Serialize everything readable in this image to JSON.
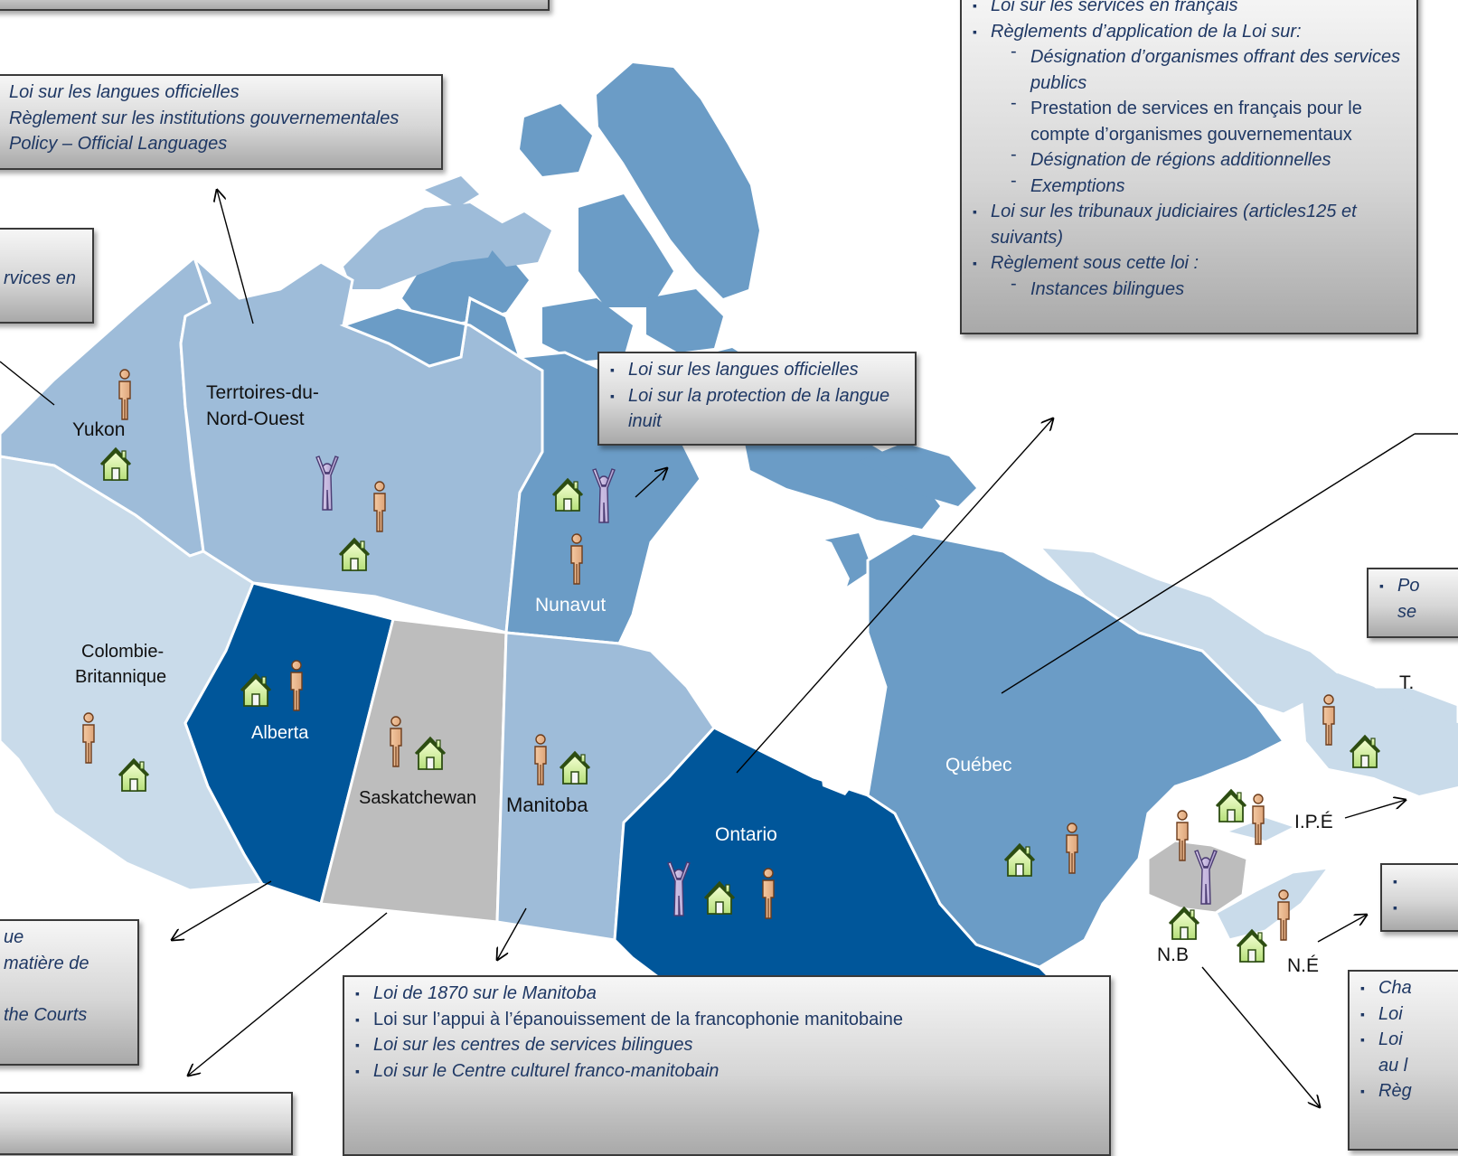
{
  "regions": {
    "yukon": "Yukon",
    "nwt_line1": "Terrtoires-du-",
    "nwt_line2": "Nord-Ouest",
    "nunavut": "Nunavut",
    "bc_line1": "Colombie-",
    "bc_line2": "Britannique",
    "alberta": "Alberta",
    "saskatchewan": "Saskatchewan",
    "manitoba": "Manitoba",
    "ontario": "Ontario",
    "quebec": "Québec",
    "tnl": "T.",
    "ipe": "I.P.É",
    "nb": "N.B",
    "ne": "N.É"
  },
  "colors": {
    "water": "#ffffff",
    "arctic_islands": "#6b9cc6",
    "nunavut": "#6b9cc6",
    "nwt": "#9ebcd9",
    "yukon": "#9ebcd9",
    "bc": "#c9dbea",
    "alberta": "#00569a",
    "saskatchewan": "#bdbdbd",
    "manitoba": "#9ebcd9",
    "ontario": "#00569a",
    "quebec": "#6b9cc6",
    "atlantic": "#c9dbea",
    "nb": "#bdbdbd",
    "text": "#1f3864"
  },
  "boxes": {
    "federal": [
      "Loi sur les langues officielles",
      "Règlement sur les institutions gouvernementales",
      "Policy – Official Languages"
    ],
    "yukon_fragment": "rvices en",
    "nunavut": [
      "Loi sur les langues officielles",
      "Loi sur la protection de la langue inuit"
    ],
    "ontario": [
      {
        "text": "Loi sur les services en français",
        "level": 1
      },
      {
        "text": "Règlements d’application de la Loi sur:",
        "level": 1
      },
      {
        "text": "Désignation d’organismes offrant des services publics",
        "level": 2,
        "italic": true
      },
      {
        "text": "Prestation de services en français pour le compte d’organismes gouvernementaux",
        "level": 2,
        "italic": false
      },
      {
        "text": "Désignation de régions additionnelles",
        "level": 2,
        "italic": true
      },
      {
        "text": "Exemptions",
        "level": 2,
        "italic": true
      },
      {
        "text": "Loi sur les tribunaux judiciaires (articles125 et suivants)",
        "level": 1
      },
      {
        "text": "Règlement sous cette loi :",
        "level": 1
      },
      {
        "text": "Instances bilingues",
        "level": 2,
        "italic": true
      }
    ],
    "alberta_lines": [
      "ue",
      "matière de",
      "",
      "the Courts"
    ],
    "manitoba": [
      {
        "text": "Loi de 1870 sur le Manitoba",
        "italic": true
      },
      {
        "text": "Loi sur l’appui à l’épanouissement de la francophonie manitobaine",
        "italic": false
      },
      {
        "text": "Loi sur les centres de services bilingues",
        "italic": true
      },
      {
        "text": "Loi sur le Centre culturel franco-manitobain",
        "italic": true
      }
    ],
    "pei_fragment": [
      "Po",
      "se"
    ],
    "nb_fragment": [
      "Cha",
      "Loi",
      "Loi",
      "au l",
      "Règ"
    ]
  },
  "icons": {
    "house": "house-icon",
    "person": "person-icon",
    "person_arms_up": "person-arms-up-icon"
  }
}
